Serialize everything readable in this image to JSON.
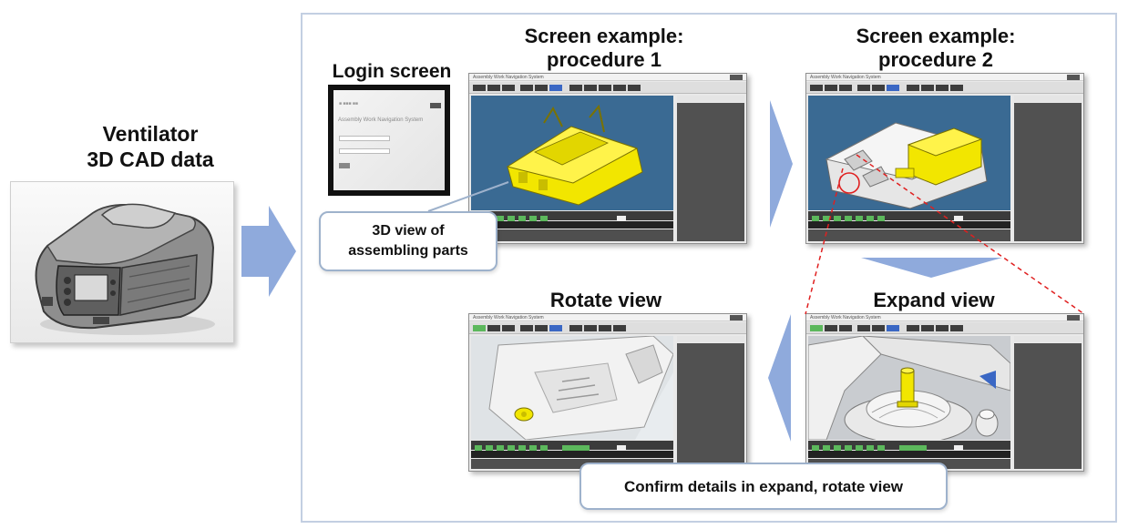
{
  "left_panel": {
    "title": "Ventilator\n3D CAD data",
    "image": "ventilator-3d-cad-render"
  },
  "login": {
    "title": "Login screen",
    "app_name": "Assembly Work Navigation System"
  },
  "screens": {
    "procedure1_title": "Screen example:\nprocedure 1",
    "procedure2_title": "Screen example:\nprocedure 2",
    "rotate_title": "Rotate view",
    "expand_title": "Expand view",
    "window_title": "Assembly Work Navigation System"
  },
  "callouts": {
    "view_3d": "3D view of\nassembling parts",
    "confirm": "Confirm details in expand, rotate view"
  },
  "colors": {
    "arrow": "#8faadc",
    "frame": "#c3cfe2",
    "part_highlight": "#f2e600",
    "viewport": "#3a6a93",
    "callout_line": "#e02020"
  }
}
